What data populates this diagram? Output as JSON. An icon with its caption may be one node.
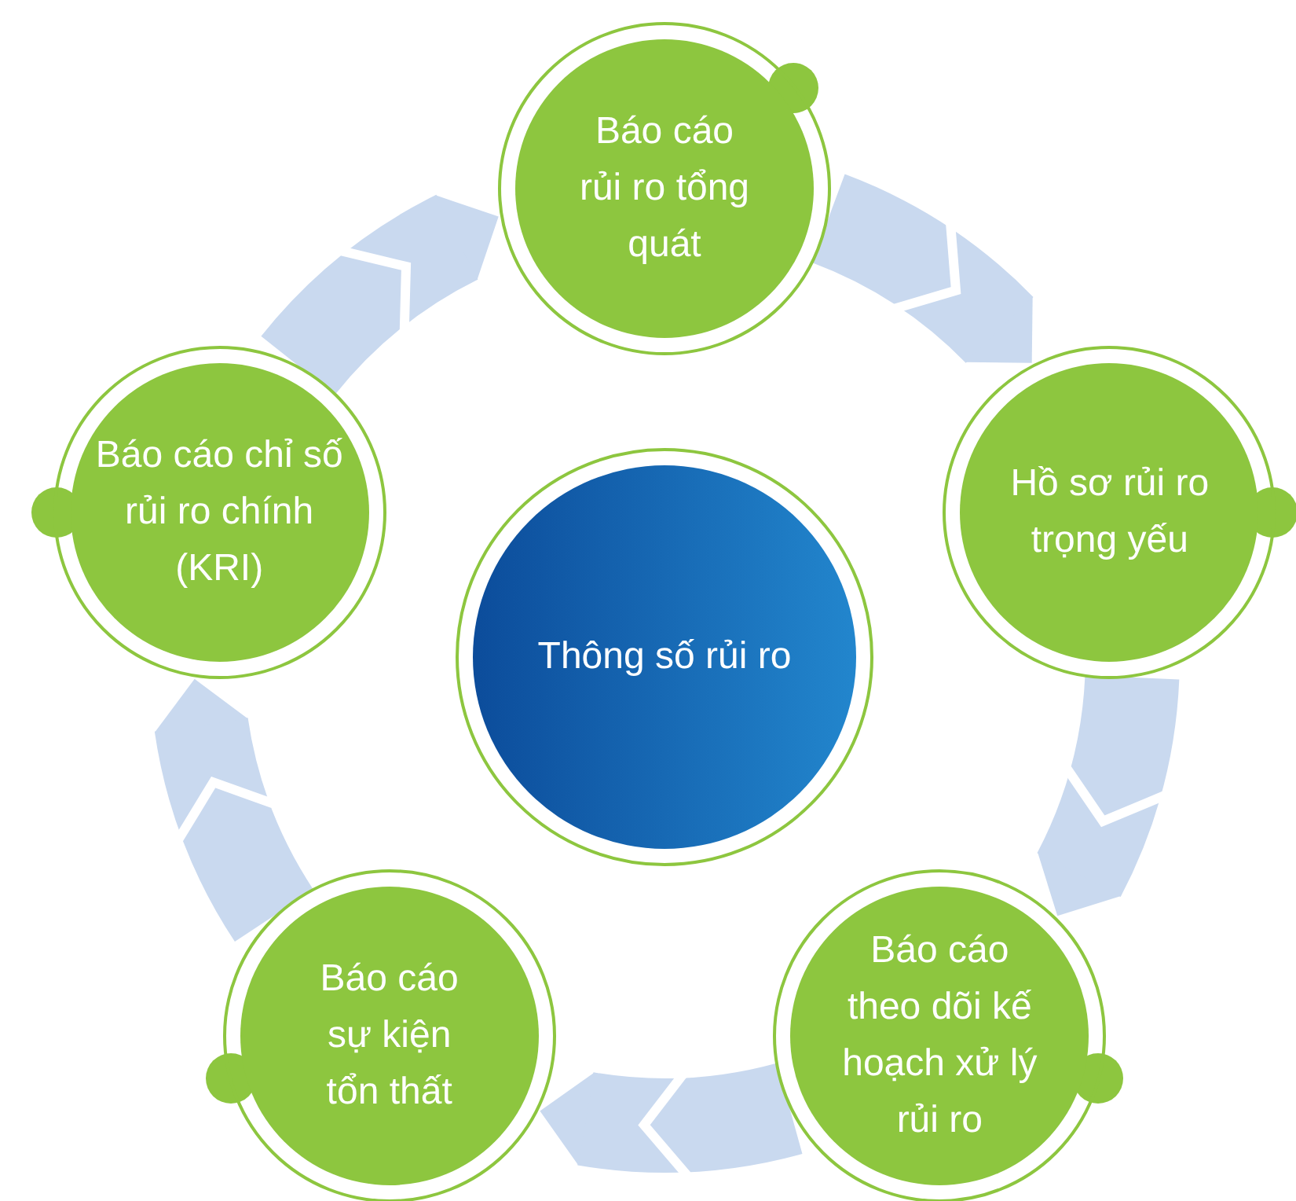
{
  "diagram": {
    "nodes": [
      {
        "text": [
          "Thông số rủi ro"
        ]
      },
      {
        "text": [
          "Báo cáo rủi ro tổng quát"
        ]
      },
      {
        "text": [
          "Hồ sơ rủi ro trọng yếu"
        ]
      },
      {
        "text": [
          "Báo cáo theo dõi kế hoạch xử lý rủi ro"
        ]
      },
      {
        "text": [
          "Báo cáo sự kiện tổn thất"
        ]
      },
      {
        "text": [
          "Báo cáo chỉ số rủi ro chính (KRI)"
        ]
      }
    ],
    "edges": [
      {
        "from": 1,
        "to": 2,
        "arrow": "to"
      },
      {
        "from": 2,
        "to": 3,
        "arrow": "to"
      },
      {
        "from": 3,
        "to": 4,
        "arrow": "to"
      },
      {
        "from": 4,
        "to": 5,
        "arrow": "to"
      },
      {
        "from": 5,
        "to": 1,
        "arrow": "to"
      }
    ]
  }
}
